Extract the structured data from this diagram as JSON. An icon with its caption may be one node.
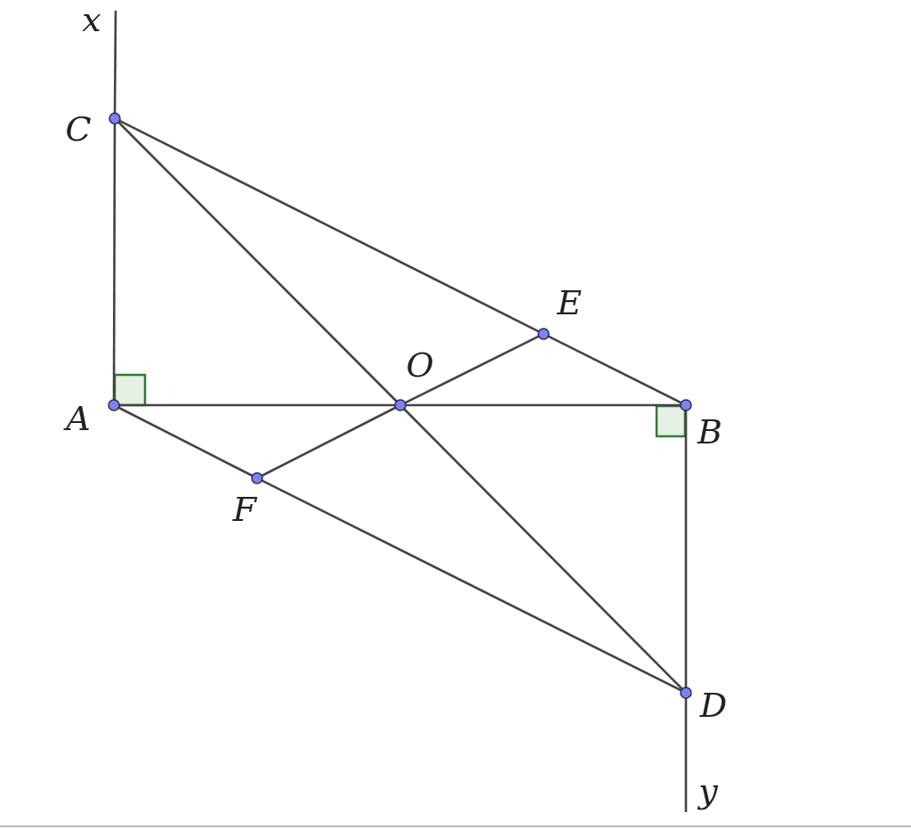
{
  "diagram": {
    "nodes": [
      {
        "text": [],
        "shape": "circle",
        "beside": [
          "C"
        ]
      },
      {
        "text": [],
        "shape": "circle",
        "beside": [
          "E"
        ]
      },
      {
        "text": [],
        "shape": "circle",
        "beside": [
          "O"
        ]
      },
      {
        "text": [],
        "shape": "circle",
        "beside": [
          "A"
        ]
      },
      {
        "text": [],
        "shape": "circle",
        "beside": [
          "B"
        ]
      },
      {
        "text": [],
        "shape": "circle",
        "beside": [
          "F"
        ]
      },
      {
        "text": [],
        "shape": "circle",
        "beside": [
          "D"
        ]
      }
    ],
    "edges": [
      {
        "from": null,
        "to": 0,
        "arrow": "none"
      },
      {
        "from": 0,
        "to": 3,
        "arrow": "none"
      },
      {
        "from": 0,
        "to": 1,
        "arrow": "none"
      },
      {
        "from": 1,
        "to": 4,
        "arrow": "none"
      },
      {
        "from": 0,
        "to": 2,
        "arrow": "none"
      },
      {
        "from": 2,
        "to": 6,
        "arrow": "none"
      },
      {
        "from": 3,
        "to": 2,
        "arrow": "none"
      },
      {
        "from": 2,
        "to": 4,
        "arrow": "none"
      },
      {
        "from": 5,
        "to": 2,
        "arrow": "none"
      },
      {
        "from": 2,
        "to": 1,
        "arrow": "none"
      },
      {
        "from": 3,
        "to": 5,
        "arrow": "none"
      },
      {
        "from": 5,
        "to": 6,
        "arrow": "none"
      },
      {
        "from": 4,
        "to": 6,
        "arrow": "none"
      },
      {
        "from": 6,
        "to": null,
        "arrow": "none"
      }
    ],
    "labels": [
      "x",
      "y"
    ]
  }
}
